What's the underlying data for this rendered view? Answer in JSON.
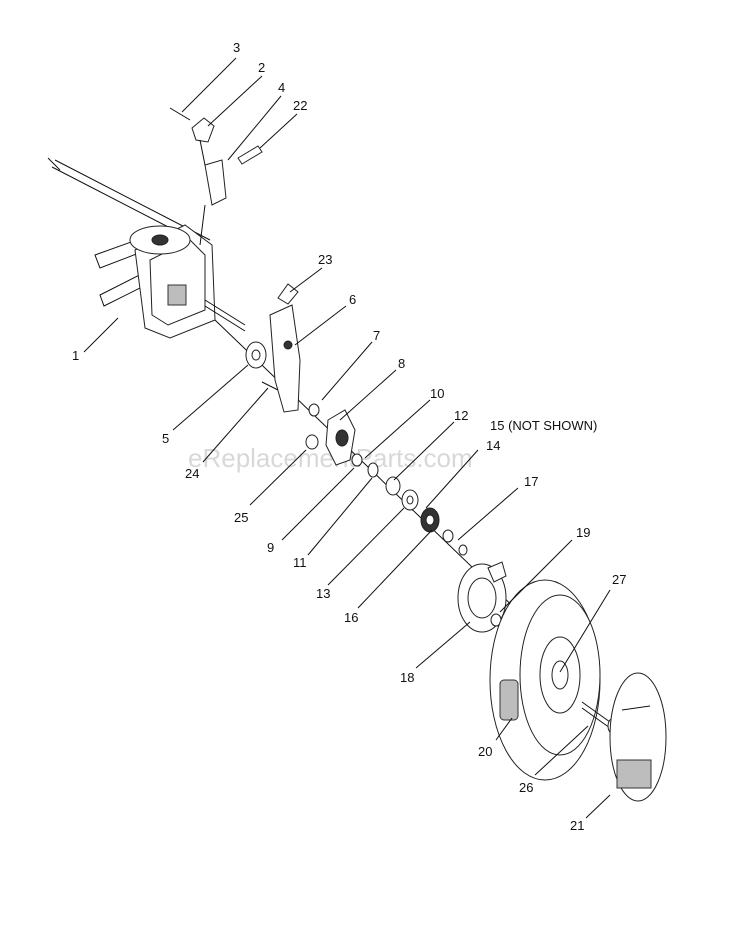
{
  "watermark": "eReplacementParts.com",
  "callouts": [
    {
      "id": "3",
      "text": "3"
    },
    {
      "id": "2",
      "text": "2"
    },
    {
      "id": "4",
      "text": "4"
    },
    {
      "id": "22",
      "text": "22"
    },
    {
      "id": "1",
      "text": "1"
    },
    {
      "id": "23",
      "text": "23"
    },
    {
      "id": "6",
      "text": "6"
    },
    {
      "id": "7",
      "text": "7"
    },
    {
      "id": "5",
      "text": "5"
    },
    {
      "id": "8",
      "text": "8"
    },
    {
      "id": "24",
      "text": "24"
    },
    {
      "id": "10",
      "text": "10"
    },
    {
      "id": "12",
      "text": "12"
    },
    {
      "id": "15",
      "text": "15 (NOT SHOWN)"
    },
    {
      "id": "14",
      "text": "14"
    },
    {
      "id": "25",
      "text": "25"
    },
    {
      "id": "9",
      "text": "9"
    },
    {
      "id": "17",
      "text": "17"
    },
    {
      "id": "11",
      "text": "11"
    },
    {
      "id": "13",
      "text": "13"
    },
    {
      "id": "16",
      "text": "16"
    },
    {
      "id": "19",
      "text": "19"
    },
    {
      "id": "27",
      "text": "27"
    },
    {
      "id": "18",
      "text": "18"
    },
    {
      "id": "20",
      "text": "20"
    },
    {
      "id": "26",
      "text": "26"
    },
    {
      "id": "21",
      "text": "21"
    }
  ]
}
